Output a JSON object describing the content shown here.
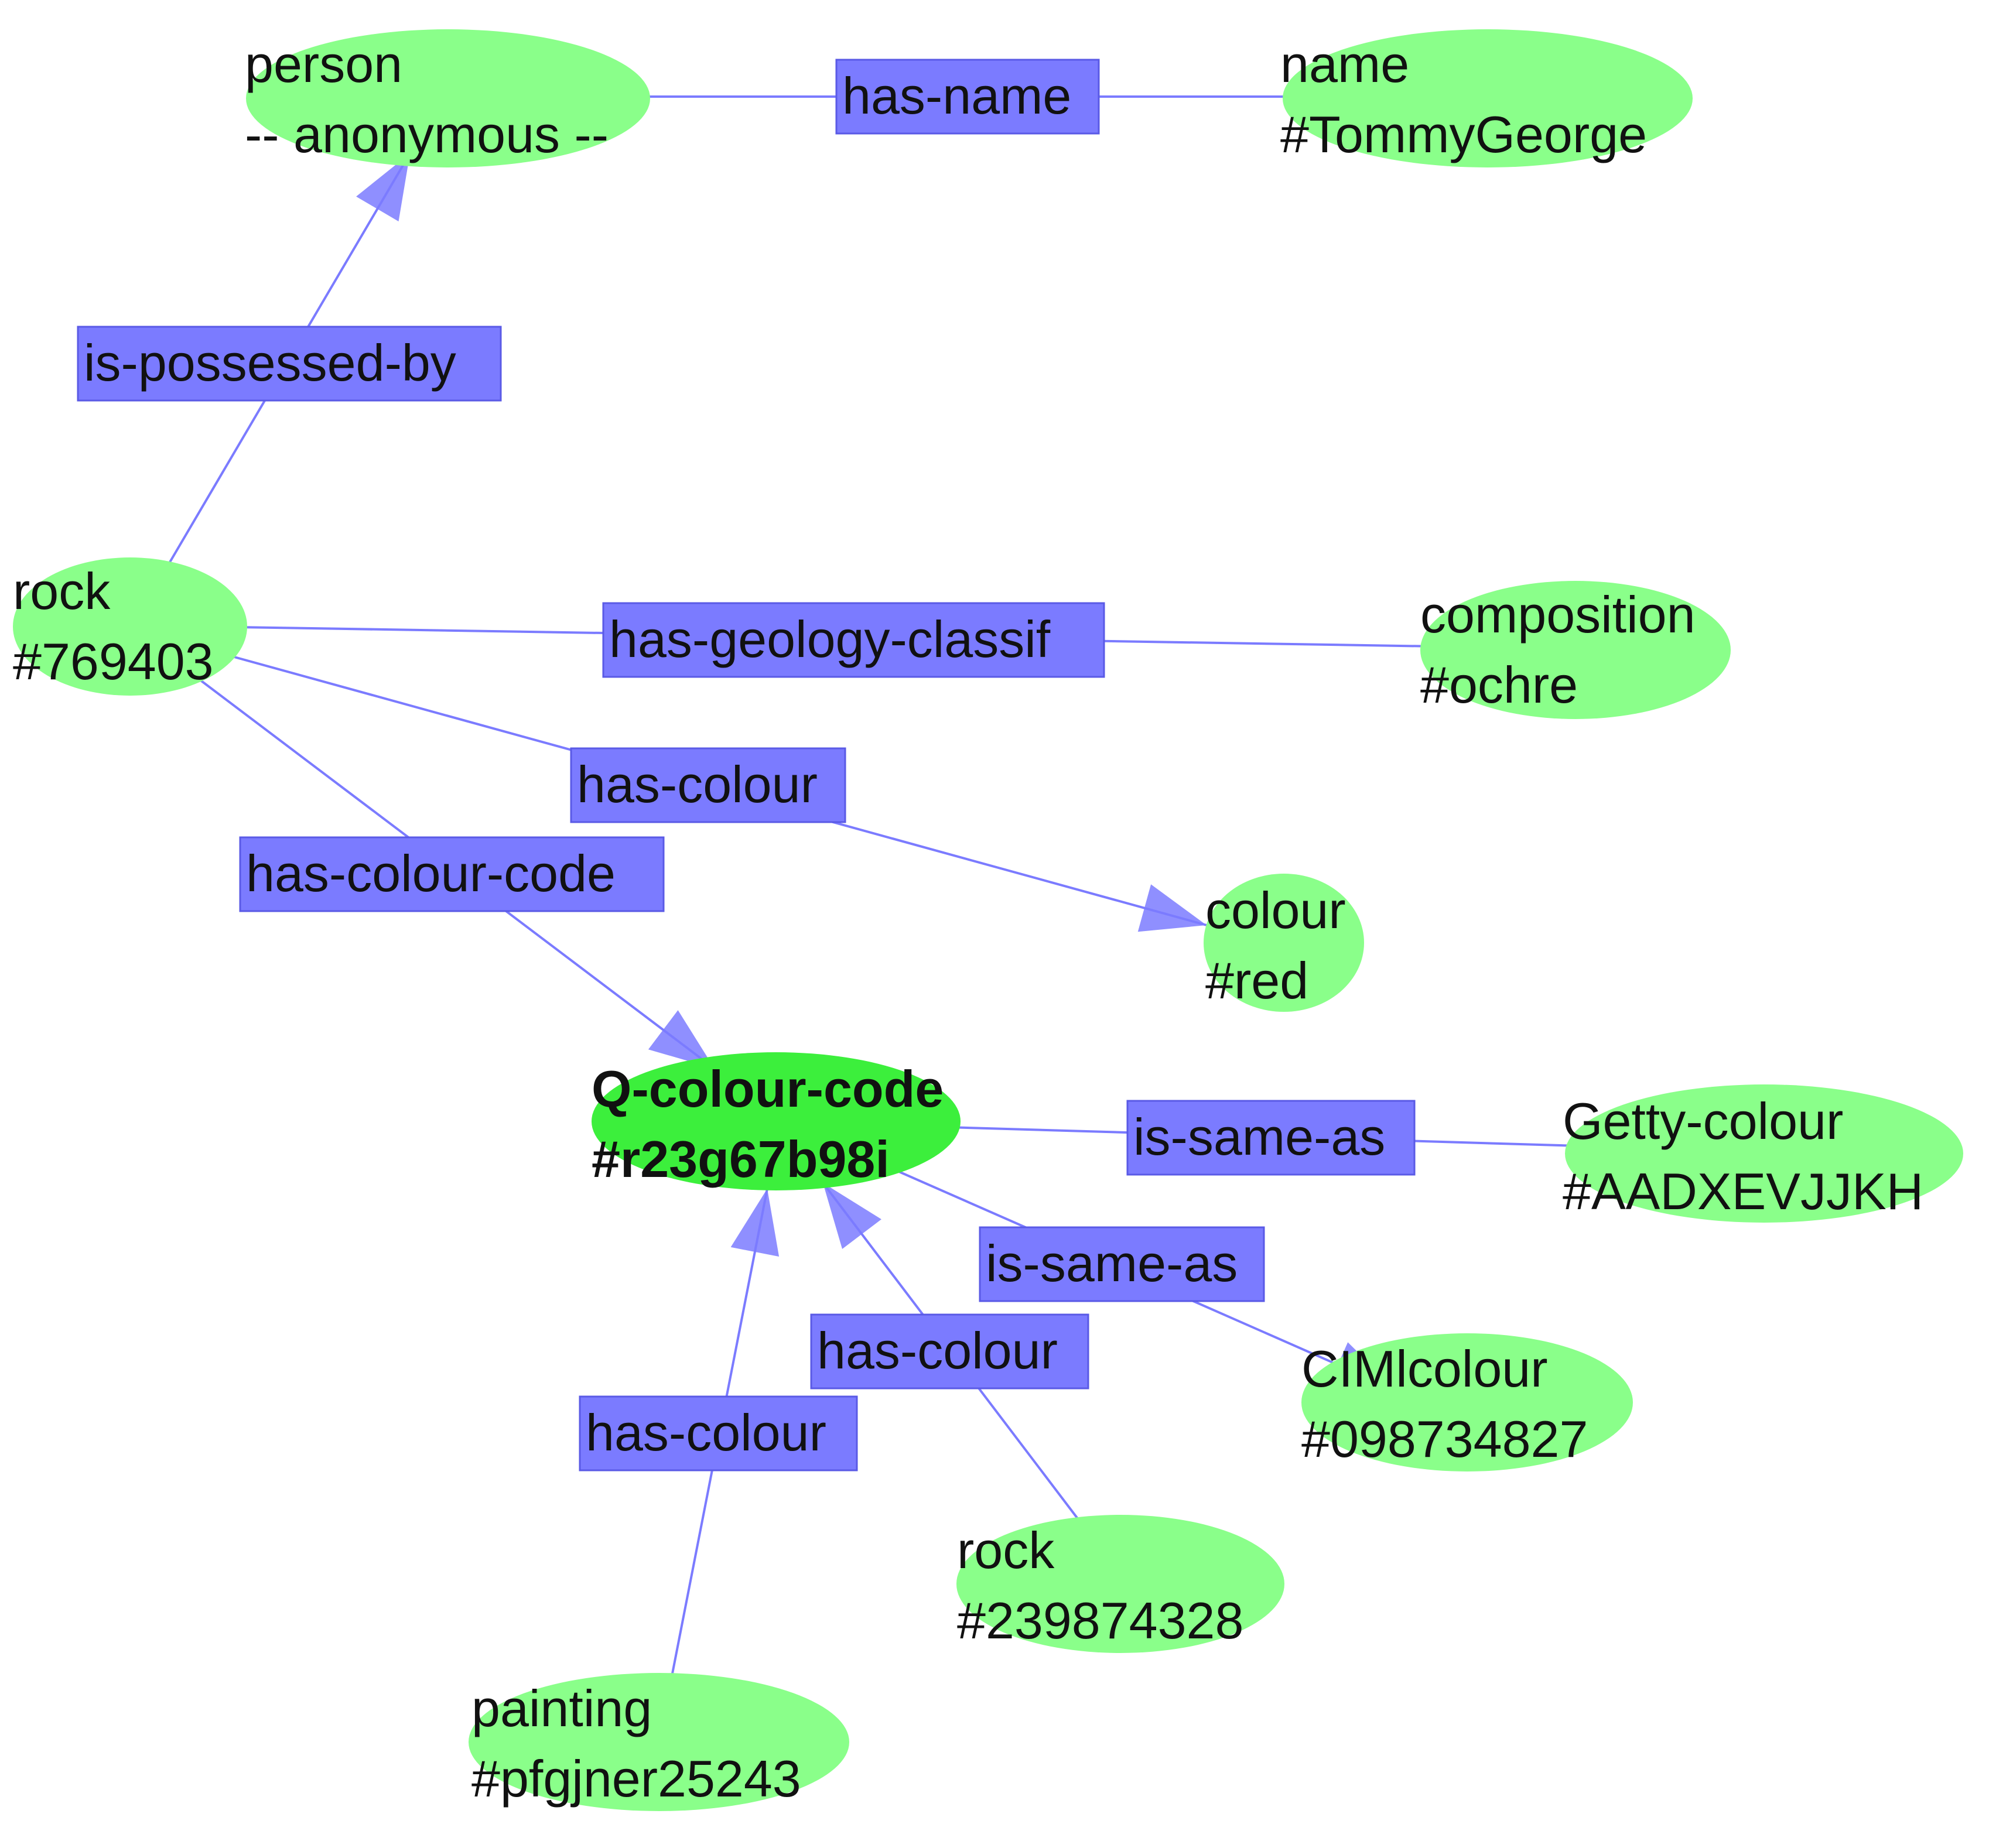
{
  "colors": {
    "node_fill": "#8aff8a",
    "focus_node_fill": "#3cef3c",
    "edge_color": "#7b7bff",
    "edge_label_fill": "#7b7bff",
    "arrowhead_target_overlap": "#4a78c8"
  },
  "nodes": [
    {
      "id": "person",
      "type": "person",
      "value": "-- anonymous --"
    },
    {
      "id": "name",
      "type": "name",
      "value": "#TommyGeorge"
    },
    {
      "id": "rock1",
      "type": "rock",
      "value": "#769403"
    },
    {
      "id": "composition",
      "type": "composition",
      "value": "#ochre"
    },
    {
      "id": "colour",
      "type": "colour",
      "value": "#red"
    },
    {
      "id": "qcode",
      "type": "Q-colour-code",
      "value": "#r23g67b98i",
      "focus": true
    },
    {
      "id": "getty",
      "type": "Getty-colour",
      "value": "#AADXEVJJKH"
    },
    {
      "id": "ciml",
      "type": "CIMlcolour",
      "value": "#098734827"
    },
    {
      "id": "rock2",
      "type": "rock",
      "value": "#239874328"
    },
    {
      "id": "painting",
      "type": "painting",
      "value": "#pfgjner25243"
    }
  ],
  "edges": [
    {
      "id": "e1",
      "from": "person",
      "to": "name",
      "label": "has-name"
    },
    {
      "id": "e2",
      "from": "rock1",
      "to": "person",
      "label": "is-possessed-by"
    },
    {
      "id": "e3",
      "from": "rock1",
      "to": "composition",
      "label": "has-geology-classif"
    },
    {
      "id": "e4",
      "from": "rock1",
      "to": "colour",
      "label": "has-colour"
    },
    {
      "id": "e5",
      "from": "rock1",
      "to": "qcode",
      "label": "has-colour-code"
    },
    {
      "id": "e6",
      "from": "qcode",
      "to": "getty",
      "label": "is-same-as"
    },
    {
      "id": "e7",
      "from": "qcode",
      "to": "ciml",
      "label": "is-same-as"
    },
    {
      "id": "e8",
      "from": "rock2",
      "to": "qcode",
      "label": "has-colour"
    },
    {
      "id": "e9",
      "from": "painting",
      "to": "qcode",
      "label": "has-colour"
    }
  ]
}
